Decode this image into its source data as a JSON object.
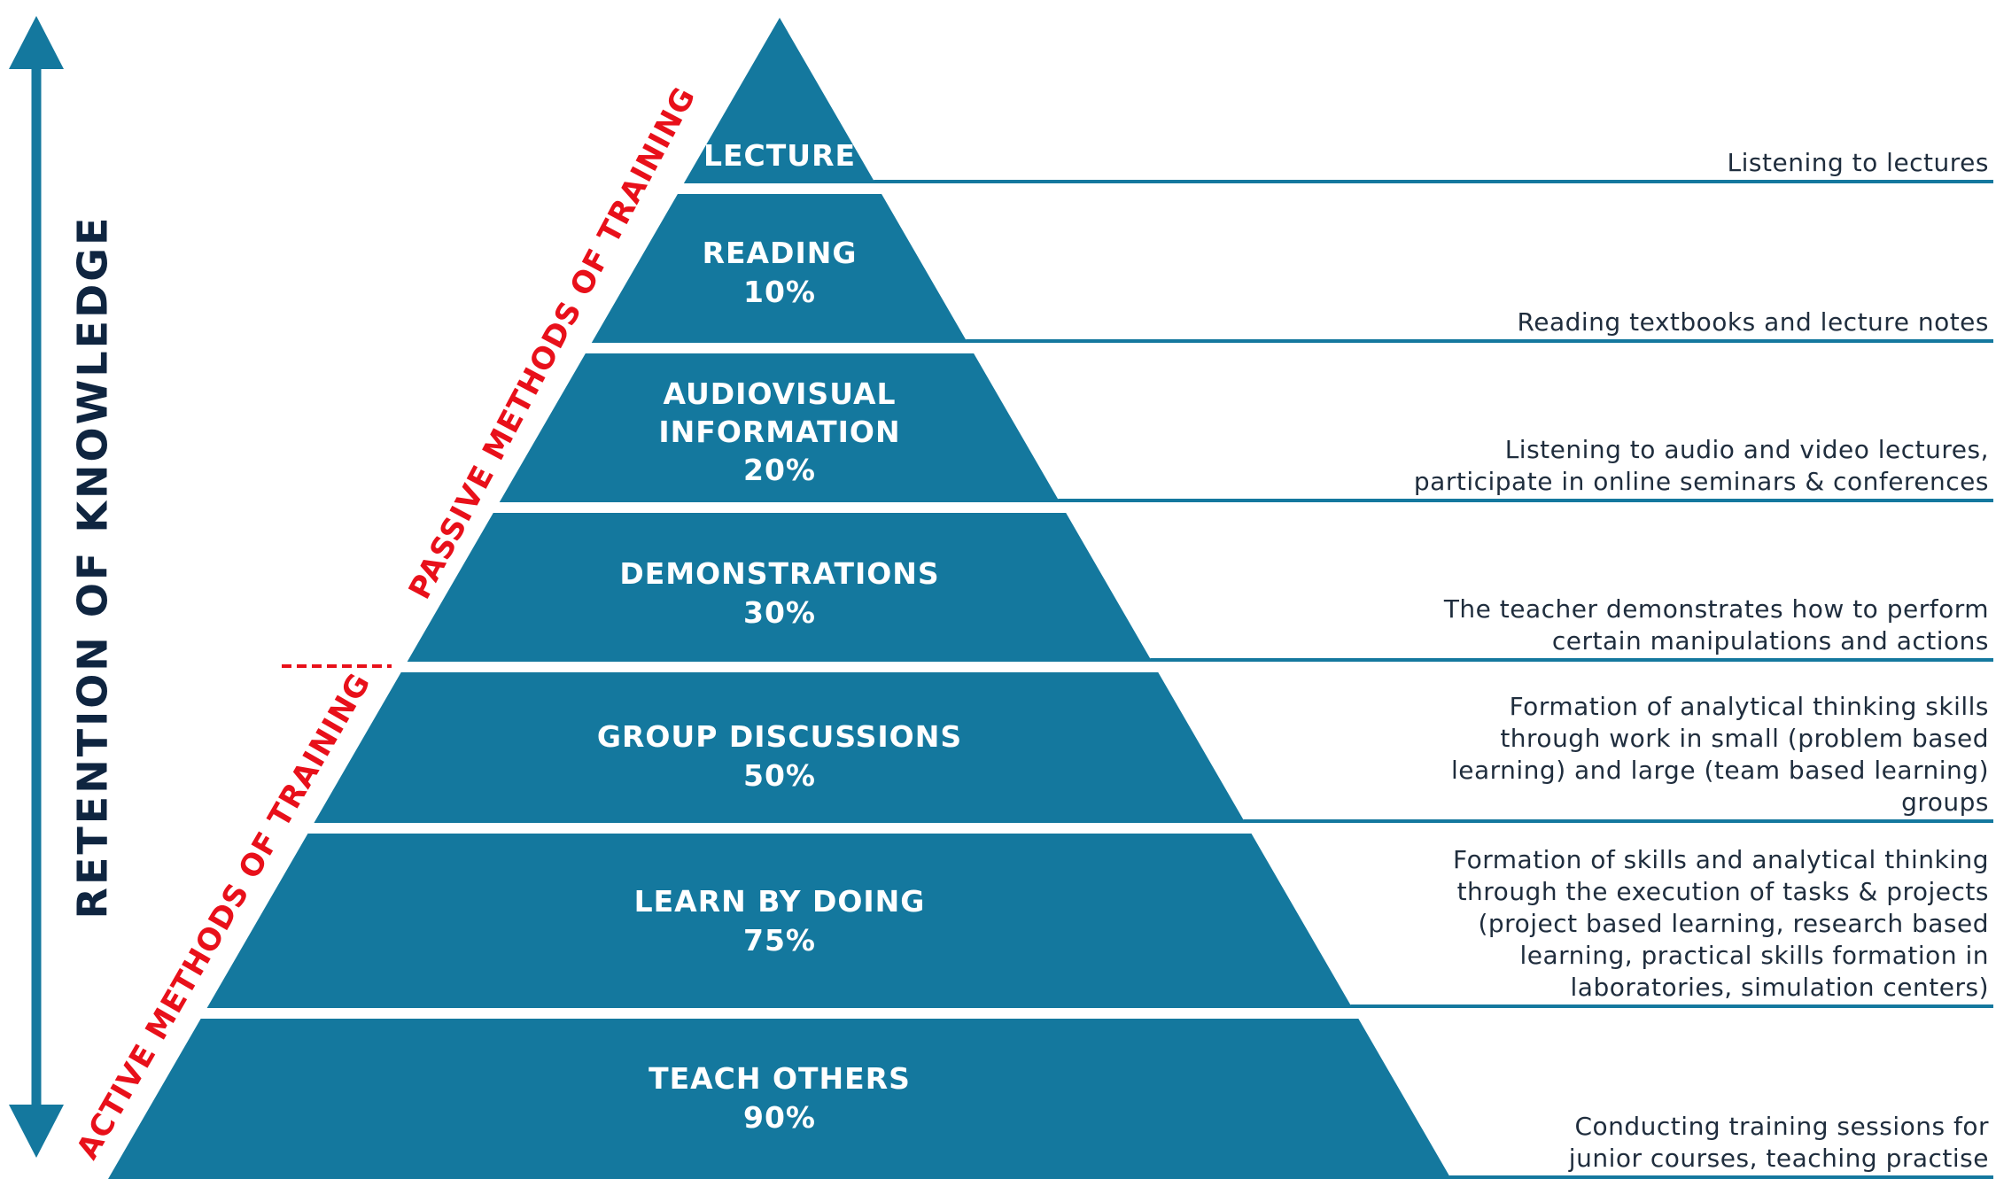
{
  "colors": {
    "tier_fill": "#14789e",
    "axis_arrow": "#14789e",
    "axis_text": "#0f2540",
    "method_text": "#e8101a",
    "divider_line": "#14789e",
    "desc_text": "#1f2d3d"
  },
  "axis": {
    "label": "RETENTION OF KNOWLEDGE",
    "icon": "double-headed-arrow-icon"
  },
  "methods": {
    "passive": "PASSIVE  METHODS  OF  TRAINING",
    "active": "ACTIVE METHODS OF TRAINING",
    "separator_icon": "dashed-separator-icon"
  },
  "tiers": [
    {
      "id": "lecture",
      "title_lines": [
        "LECTURE"
      ],
      "percent": "",
      "description_lines": [
        "Listening to lectures"
      ]
    },
    {
      "id": "reading",
      "title_lines": [
        "READING"
      ],
      "percent": "10%",
      "description_lines": [
        "Reading textbooks and lecture notes"
      ]
    },
    {
      "id": "audiovisual",
      "title_lines": [
        "AUDIOVISUAL",
        "INFORMATION"
      ],
      "percent": "20%",
      "description_lines": [
        "Listening to audio and video lectures,",
        "participate in online seminars & conferences"
      ]
    },
    {
      "id": "demonstrations",
      "title_lines": [
        "DEMONSTRATIONS"
      ],
      "percent": "30%",
      "description_lines": [
        "The teacher demonstrates how to perform",
        "certain manipulations and actions"
      ]
    },
    {
      "id": "group-discussions",
      "title_lines": [
        "GROUP DISCUSSIONS"
      ],
      "percent": "50%",
      "description_lines": [
        "Formation of analytical thinking skills",
        "through work in small (problem based",
        "learning) and large (team based learning)",
        "groups"
      ]
    },
    {
      "id": "learn-by-doing",
      "title_lines": [
        "LEARN BY DOING"
      ],
      "percent": "75%",
      "description_lines": [
        "Formation of skills and analytical thinking",
        "through the execution of tasks & projects",
        "(project based learning, research based",
        "learning, practical skills formation in",
        "laboratories, simulation centers)"
      ]
    },
    {
      "id": "teach-others",
      "title_lines": [
        "TEACH OTHERS"
      ],
      "percent": "90%",
      "description_lines": [
        "Conducting training sessions for",
        "junior courses, teaching practise"
      ]
    }
  ]
}
